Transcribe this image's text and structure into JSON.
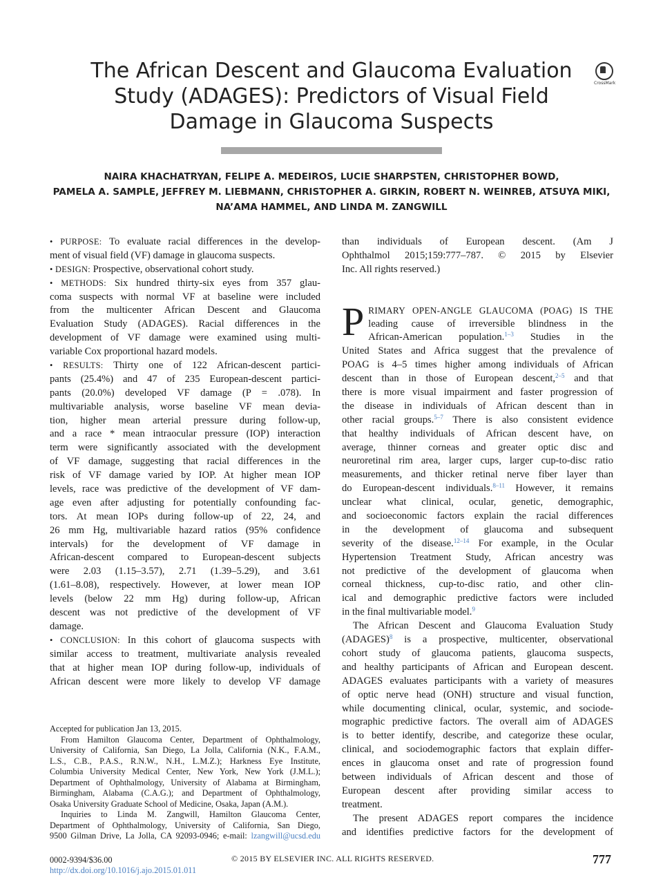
{
  "title_lines": [
    "The African Descent and Glaucoma Evaluation",
    "Study (ADAGES): Predictors of Visual Field",
    "Damage in Glaucoma Suspects"
  ],
  "crossmark_label": "CrossMark",
  "author_lines": [
    "NAIRA KHACHATRYAN, FELIPE A. MEDEIROS, LUCIE SHARPSTEN, CHRISTOPHER BOWD,",
    "PAMELA A. SAMPLE, JEFFREY M. LIEBMANN, CHRISTOPHER A. GIRKIN, ROBERT N. WEINREB, ATSUYA MIKI,",
    "NA’AMA HAMMEL, AND LINDA M. ZANGWILL"
  ],
  "abstract": {
    "purpose_label": "• PURPOSE:",
    "purpose_l1": "To evaluate racial differences in the develop-",
    "purpose_l2": "ment of visual field (VF) damage in glaucoma suspects.",
    "design_label": "• DESIGN:",
    "design_l1": "Prospective, observational cohort study.",
    "methods_label": "• METHODS:",
    "methods_l1": "Six hundred thirty-six eyes from 357 glau-",
    "methods_rest": [
      "coma suspects with normal VF at baseline were included",
      "from the multicenter African Descent and Glaucoma",
      "Evaluation Study (ADAGES). Racial differences in the",
      "development of VF damage were examined using multi-",
      "variable Cox proportional hazard models."
    ],
    "results_label": "• RESULTS:",
    "results_l1": "Thirty one of 122 African-descent partici-",
    "results_rest": [
      "pants (25.4%) and 47 of 235 European-descent partici-",
      "pants (20.0%) developed VF damage (P = .078). In",
      "multivariable analysis, worse baseline VF mean devia-",
      "tion, higher mean arterial pressure during follow-up,",
      "and a race * mean intraocular pressure (IOP) interaction",
      "term were significantly associated with the development",
      "of VF damage, suggesting that racial differences in the",
      "risk of VF damage varied by IOP. At higher mean IOP",
      "levels, race was predictive of the development of VF dam-",
      "age even after adjusting for potentially confounding fac-",
      "tors. At mean IOPs during follow-up of 22, 24, and",
      "26 mm Hg, multivariable hazard ratios (95% confidence",
      "intervals) for the development of VF damage in",
      "African-descent compared to European-descent subjects",
      "were 2.03 (1.15–3.57), 2.71 (1.39–5.29), and 3.61",
      "(1.61–8.08), respectively. However, at lower mean IOP",
      "levels (below 22 mm Hg) during follow-up, African",
      "descent was not predictive of the development of VF",
      "damage."
    ],
    "conclusion_label": "• CONCLUSION:",
    "conclusion_l1": "In this cohort of glaucoma suspects with",
    "conclusion_rest": [
      "similar access to treatment, multivariate analysis revealed",
      "that at higher mean IOP during follow-up, individuals of",
      "African descent were more likely to develop VF damage"
    ],
    "continued": [
      "than individuals of European descent. (Am J",
      "Ophthalmol 2015;159:777–787. © 2015 by Elsevier",
      "Inc. All rights reserved.)"
    ]
  },
  "intro": {
    "dropcap": "P",
    "l1": "RIMARY OPEN-ANGLE GLAUCOMA (POAG) IS THE",
    "l2": "leading cause of irreversible blindness in the",
    "l3a": "African-American population.",
    "l3sup": "1–3",
    "l3b": " Studies in the",
    "l4": "United States and Africa suggest that the prevalence of",
    "l5": "POAG is 4–5 times higher among individuals of African",
    "l6a": "descent than in those of European descent,",
    "l6sup": "2–5",
    "l6b": " and that",
    "l7": "there is more visual impairment and faster progression of",
    "l8": "the disease in individuals of African descent than in",
    "l9a": "other racial groups.",
    "l9sup": "5–7",
    "l9b": " There is also consistent evidence",
    "l10": "that healthy individuals of African descent have, on",
    "l11": "average, thinner corneas and greater optic disc and",
    "l12": "neuroretinal rim area, larger cups, larger cup-to-disc ratio",
    "l13": "measurements, and thicker retinal nerve fiber layer than",
    "l14a": "do European-descent individuals.",
    "l14sup": "8–11",
    "l14b": " However, it remains",
    "l15": "unclear what clinical, ocular, genetic, demographic,",
    "l16": "and socioeconomic factors explain the racial differences",
    "l17": "in the development of glaucoma and subsequent",
    "l18a": "severity of the disease.",
    "l18sup": "12–14",
    "l18b": " For example, in the Ocular",
    "l19": "Hypertension Treatment Study, African ancestry was",
    "l20": "not predictive of the development of glaucoma when",
    "l21": "corneal thickness, cup-to-disc ratio, and other clin-",
    "l22": "ical and demographic predictive factors were included",
    "l23a": "in the final multivariable model.",
    "l23sup": "9"
  },
  "para2": {
    "l1": "The African Descent and Glaucoma Evaluation Study",
    "l2a": "(ADAGES)",
    "l2sup": "8",
    "l2b": " is a prospective, multicenter, observational",
    "rest": [
      "cohort study of glaucoma patients, glaucoma suspects,",
      "and healthy participants of African and European descent.",
      "ADAGES evaluates participants with a variety of measures",
      "of optic nerve head (ONH) structure and visual function,",
      "while documenting clinical, ocular, systemic, and sociode-",
      "mographic predictive factors. The overall aim of ADAGES",
      "is to better identify, describe, and categorize these ocular,",
      "clinical, and sociodemographic factors that explain differ-",
      "ences in glaucoma onset and rate of progression found",
      "between individuals of African descent and those of",
      "European descent after providing similar access to",
      "treatment."
    ]
  },
  "para3": [
    "The present ADAGES report compares the incidence",
    "and identifies predictive factors for the development of"
  ],
  "notes": {
    "accepted": "Accepted for publication Jan 13, 2015.",
    "affiliation": [
      "From Hamilton Glaucoma Center, Department of Ophthalmology,",
      "University of California, San Diego, La Jolla, California (N.K., F.A.M.,",
      "L.S., C.B., P.A.S., R.N.W., N.H., L.M.Z.); Harkness Eye Institute,",
      "Columbia University Medical Center, New York, New York (J.M.L.);",
      "Department of Ophthalmology, University of Alabama at Birmingham,",
      "Birmingham, Alabama (C.A.G.); and Department of Ophthalmology,",
      "Osaka University Graduate School of Medicine, Osaka, Japan (A.M.)."
    ],
    "inquiries": [
      "Inquiries to Linda M. Zangwill, Hamilton Glaucoma Center,",
      "Department of Ophthalmology, University of California, San Diego,"
    ],
    "address": "9500 Gilman Drive, La Jolla, CA 92093-0946; e-mail: ",
    "email": "lzangwill@ucsd.edu"
  },
  "footer": {
    "issn": "0002-9394/$36.00",
    "doi": "http://dx.doi.org/10.1016/j.ajo.2015.01.011",
    "copyright": "© 2015 BY ELSEVIER INC. ALL RIGHTS RESERVED.",
    "page_number": "777"
  },
  "colors": {
    "link": "#4a7fc1",
    "title_bar": "#a7a7a7",
    "text": "#1a1a1a"
  }
}
